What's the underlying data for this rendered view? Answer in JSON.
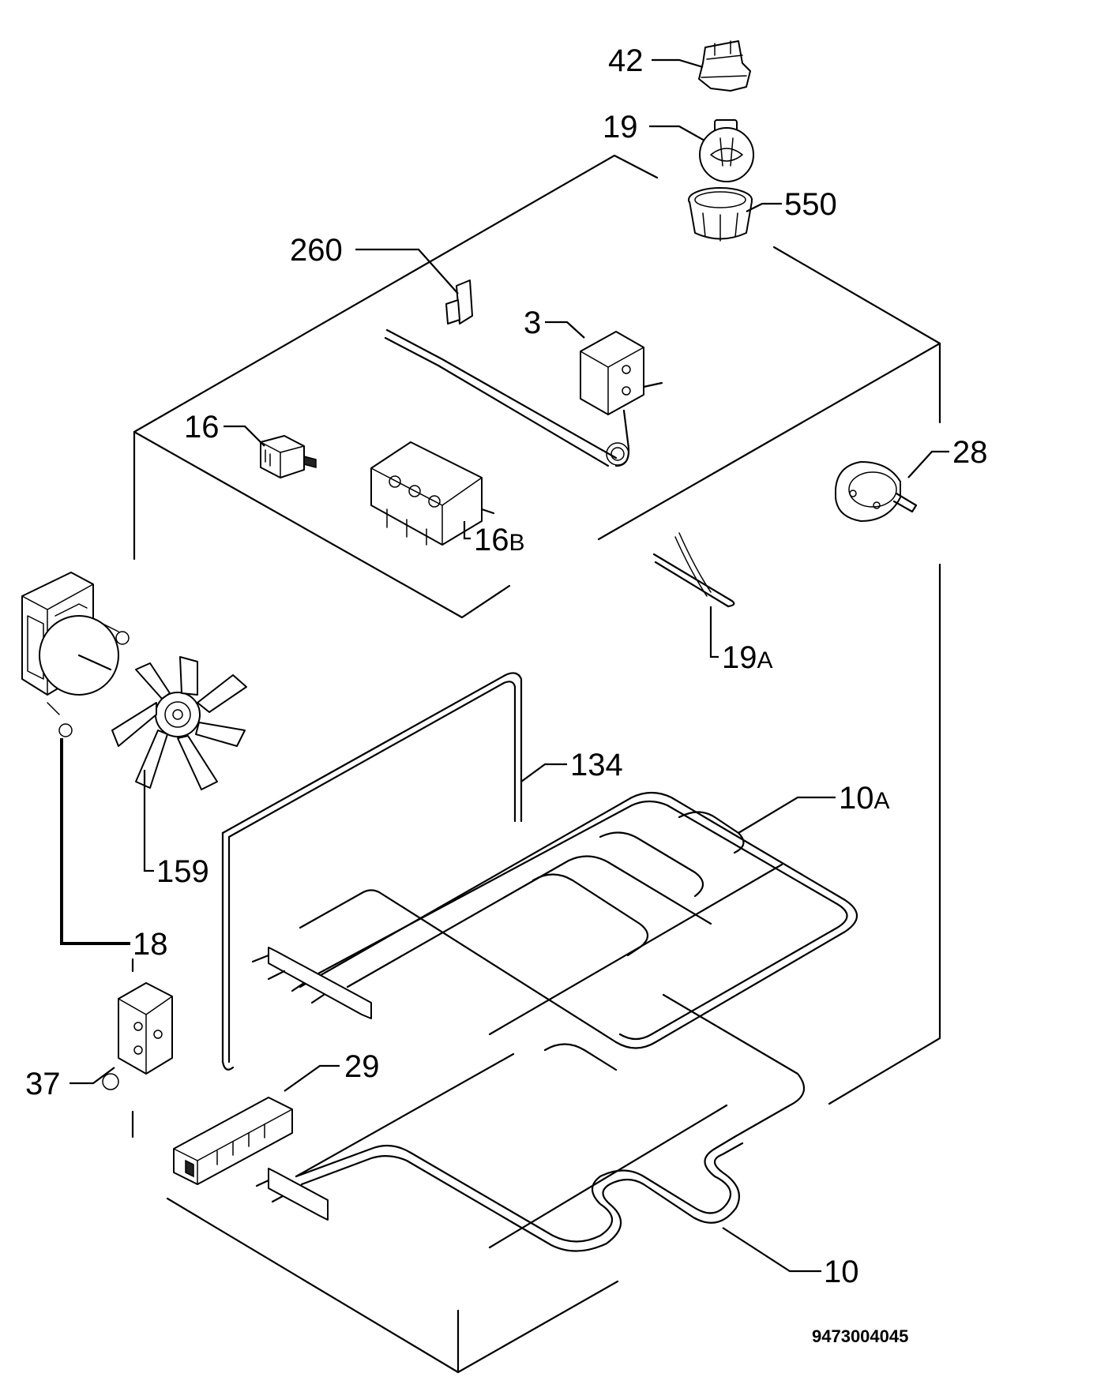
{
  "callouts": {
    "p42": "42",
    "p19": "19",
    "p550": "550",
    "p260": "260",
    "p3": "3",
    "p16": "16",
    "p16b": "16",
    "p16b_sub": "B",
    "p28": "28",
    "p19a": "19",
    "p19a_sub": "A",
    "p134": "134",
    "p10a": "10",
    "p10a_sub": "A",
    "p159": "159",
    "p18": "18",
    "p37": "37",
    "p29": "29",
    "p10": "10"
  },
  "document_number": "9473004045"
}
